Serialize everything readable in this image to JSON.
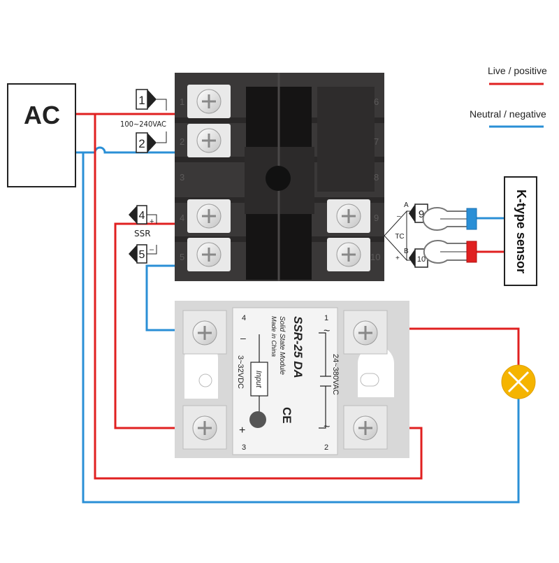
{
  "legend": {
    "live_label": "Live / positive",
    "neutral_label": "Neutral / negative"
  },
  "source": {
    "label": "AC"
  },
  "controller": {
    "term1": "1",
    "term2": "2",
    "term4": "4",
    "term5": "5",
    "term9": "9",
    "term10": "10",
    "power_rating": "100~240VAC",
    "ssr_label": "SSR",
    "plus": "+",
    "minus": "–",
    "back_numbers": [
      "6",
      "7",
      "8",
      "9",
      "10"
    ],
    "side_numbers": [
      "1",
      "2",
      "3",
      "4",
      "5"
    ]
  },
  "thermocouple": {
    "symbol": "TC",
    "lead_a": "A",
    "lead_b": "B",
    "plus": "+",
    "minus": "–"
  },
  "sensor": {
    "label": "K-type sensor"
  },
  "ssr": {
    "model": "SSR-25 DA",
    "subtitle": "Solid State Module",
    "origin": "Made in China",
    "input_label": "Input",
    "input_range": "3~32VDC",
    "output_range": "24~380VAC",
    "ce_mark": "CE",
    "pin1": "1",
    "pin2": "2",
    "pin3": "3",
    "pin4": "4",
    "tilde": "~",
    "plus": "+",
    "minus": "–"
  },
  "colors": {
    "live": "#e02020",
    "neutral": "#2a8fd6",
    "lamp": "#f5b400",
    "controller_body": "#3a3838",
    "ssr_body": "#d8d8d8"
  }
}
